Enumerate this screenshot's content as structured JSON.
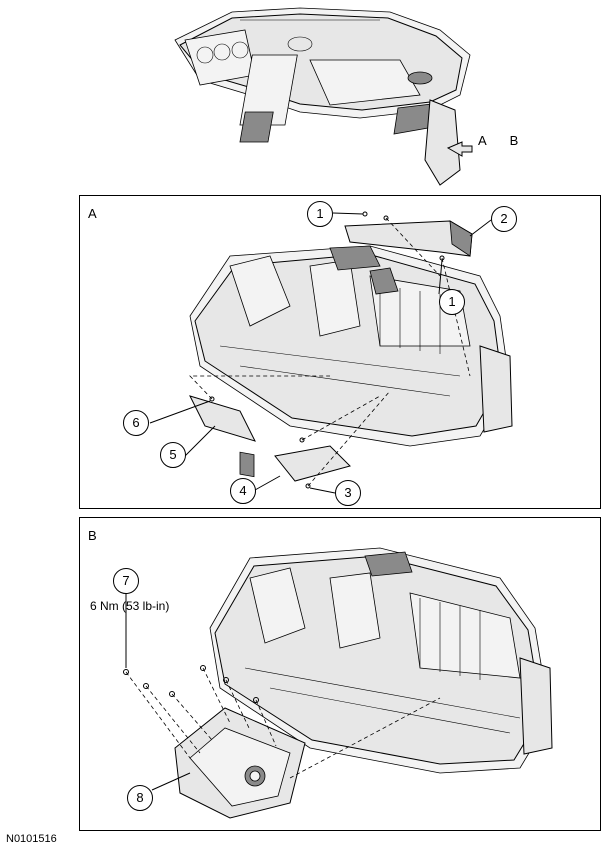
{
  "overview": {
    "view_label": "A B"
  },
  "panel_a": {
    "label": "A",
    "callouts": [
      "1",
      "2",
      "1",
      "6",
      "5",
      "4",
      "3"
    ]
  },
  "panel_b": {
    "label": "B",
    "callouts": [
      "7",
      "8"
    ],
    "torque": "6 Nm (53 lb-in)"
  },
  "figure_id": "N0101516"
}
